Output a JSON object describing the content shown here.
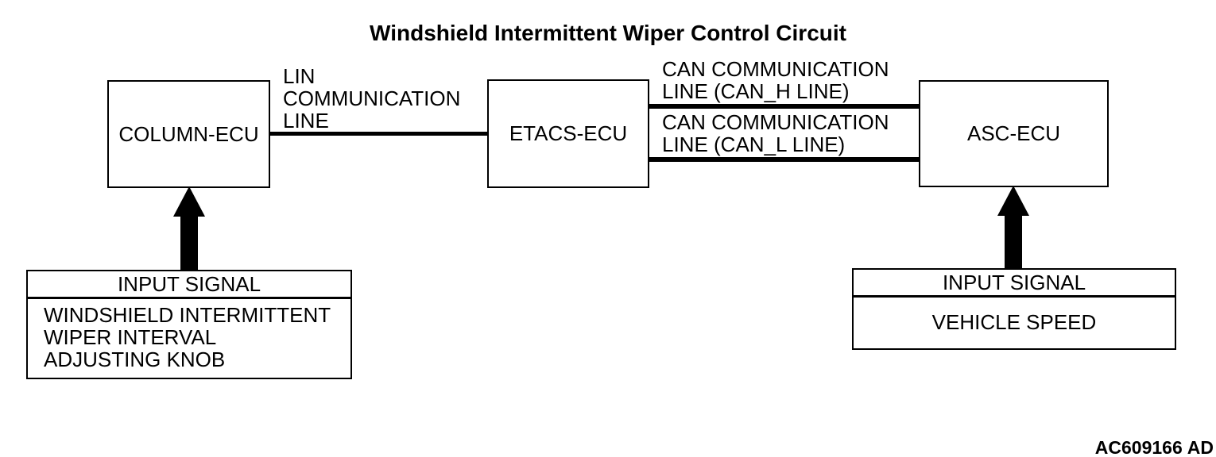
{
  "diagram": {
    "title": "Windshield Intermittent Wiper Control Circuit",
    "code_main": "AC609166",
    "code_suffix": "AD",
    "colors": {
      "ink": "#000000",
      "background": "#ffffff"
    }
  },
  "nodes": {
    "column_ecu": {
      "label": "COLUMN-ECU"
    },
    "etacs_ecu": {
      "label": "ETACS-ECU"
    },
    "asc_ecu": {
      "label": "ASC-ECU"
    }
  },
  "links": {
    "lin": {
      "lines": [
        "LIN",
        "COMMUNICATION",
        "LINE"
      ]
    },
    "can_h": {
      "lines": [
        "CAN COMMUNICATION",
        "LINE (CAN_H LINE)"
      ]
    },
    "can_l": {
      "lines": [
        "CAN COMMUNICATION",
        "LINE (CAN_L LINE)"
      ]
    }
  },
  "inputs": {
    "left": {
      "header": "INPUT SIGNAL",
      "lines": [
        "WINDSHIELD INTERMITTENT",
        "WIPER INTERVAL",
        "ADJUSTING KNOB"
      ]
    },
    "right": {
      "header": "INPUT SIGNAL",
      "body": "VEHICLE SPEED"
    }
  }
}
